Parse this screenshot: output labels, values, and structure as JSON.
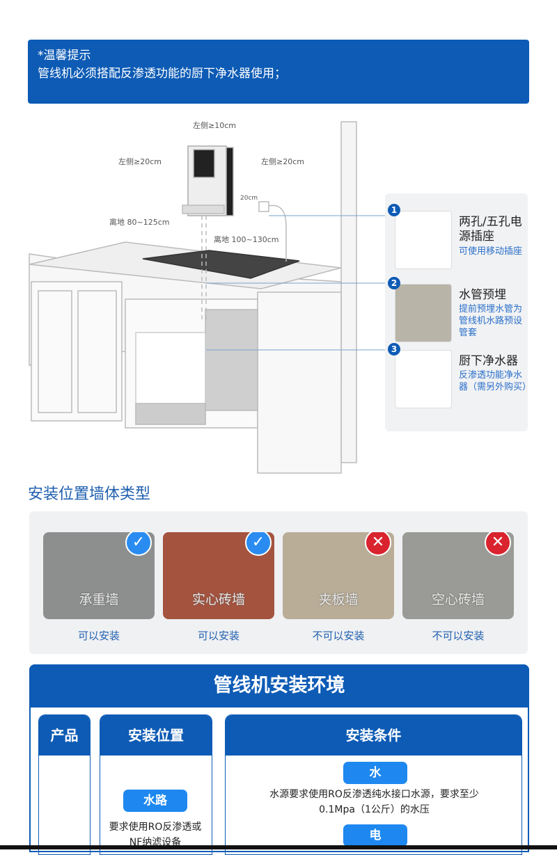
{
  "notice": {
    "title": "*温馨提示",
    "text": "管线机必须搭配反渗透功能的厨下净水器使用；"
  },
  "diagram": {
    "top": "左侧≥10cm",
    "left": "左侧≥20cm",
    "right": "左侧≥20cm",
    "socket_gap": "20cm",
    "floor1": "离地 80~125cm",
    "floor2": "离地 100~130cm"
  },
  "callouts": [
    {
      "num": "1",
      "title": "两孔/五孔电源插座",
      "desc": "可使用移动插座"
    },
    {
      "num": "2",
      "title": "水管预埋",
      "desc": "提前预埋水管为管线机水路预设管套"
    },
    {
      "num": "3",
      "title": "厨下净水器",
      "desc": "反渗透功能净水器（需另外购买）"
    }
  ],
  "walls": {
    "heading": "安装位置墙体类型",
    "items": [
      {
        "name": "承重墙",
        "status": "可以安装",
        "ok": true,
        "color": "#8d8f8e"
      },
      {
        "name": "实心砖墙",
        "status": "可以安装",
        "ok": true,
        "color": "#a4533e"
      },
      {
        "name": "夹板墙",
        "status": "不可以安装",
        "ok": false,
        "color": "#b9ad98"
      },
      {
        "name": "空心砖墙",
        "status": "不可以安装",
        "ok": false,
        "color": "#9a9a96"
      }
    ]
  },
  "env": {
    "title": "管线机安装环境",
    "col_product": "产品",
    "col_position": "安装位置",
    "col_conditions": "安装条件",
    "water_pill": "水路",
    "water_text": "要求使用RO反渗透或NF纳滤设备",
    "cond_water": "水",
    "cond_water_text": "水源要求使用RO反渗透纯水接口水源，要求至少0.1Mpa（1公斤）的水压",
    "cond_power": "电"
  },
  "colors": {
    "brand": "#0d5bb5",
    "pill": "#1e88f0",
    "ok": "#2a8cf0",
    "no": "#d9232e"
  }
}
